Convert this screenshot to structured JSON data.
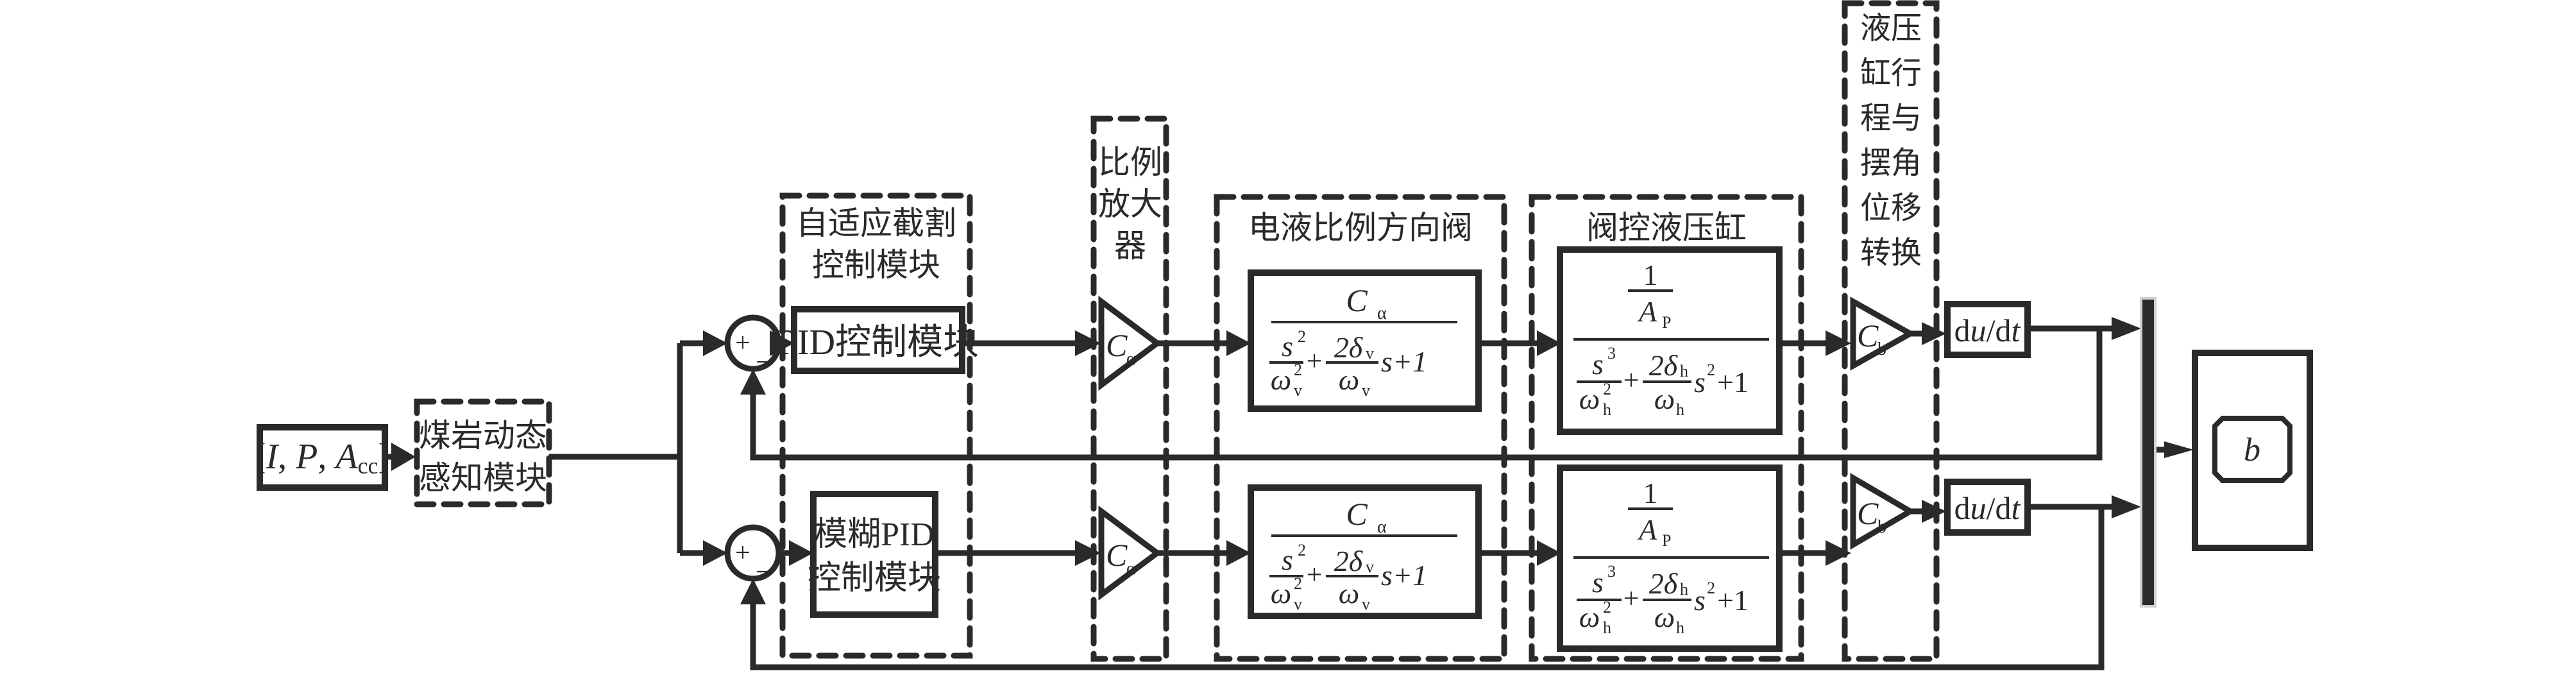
{
  "diagram": {
    "input_block": {
      "label_open": "[",
      "I": "I",
      "P": "P",
      "A": "A",
      "A_sub": "cc",
      "sep": ", ",
      "label_close": "]"
    },
    "sensing_module": {
      "line1": "煤岩动态",
      "line2": "感知模块"
    },
    "summing_junction": {
      "plus": "+",
      "minus": "−"
    },
    "adaptive_group": {
      "line1": "自适应截割",
      "line2": "控制模块"
    },
    "pid_block": {
      "label": "PID控制模块"
    },
    "fuzzy_pid_block": {
      "line1": "模糊PID",
      "line2": "控制模块"
    },
    "amplifier_group": {
      "chars": [
        "比例",
        "放大",
        "器"
      ]
    },
    "amplifier_gain": {
      "symbol": "C",
      "sub": "α"
    },
    "valve_group": {
      "label": "电液比例方向阀"
    },
    "valve_tf": {
      "num": "C",
      "num_sub": "α",
      "d1_num": "s",
      "d1_num_sup": "2",
      "d1_den": "ω",
      "d1_den_sub": "v",
      "d1_den_sup": "2",
      "plus1": "+",
      "d2_num": "2δ",
      "d2_num_sub": "v",
      "d2_den": "ω",
      "d2_den_sub": "v",
      "tail": "s+1"
    },
    "cylinder_group": {
      "label": "阀控液压缸"
    },
    "cylinder_tf": {
      "num_num": "1",
      "num_den": "A",
      "num_den_sub": "P",
      "d1_num": "s",
      "d1_num_sup": "3",
      "d1_den": "ω",
      "d1_den_sub": "h",
      "d1_den_sup": "2",
      "plus1": "+",
      "d2_num": "2δ",
      "d2_num_sub": "h",
      "d2_den": "ω",
      "d2_den_sub": "h",
      "tail_s": "s",
      "tail_sup": "2",
      "tail_rest": "+1"
    },
    "conversion_group": {
      "chars": [
        "液压",
        "缸行",
        "程与",
        "摆角",
        "位移",
        "转换"
      ]
    },
    "conversion_gain": {
      "symbol": "C",
      "sub": "b"
    },
    "derivative_block": {
      "d1": "d",
      "u": "u",
      "slash": "/",
      "d2": "d",
      "t": "t"
    },
    "scope_block": {
      "label": "b"
    }
  }
}
